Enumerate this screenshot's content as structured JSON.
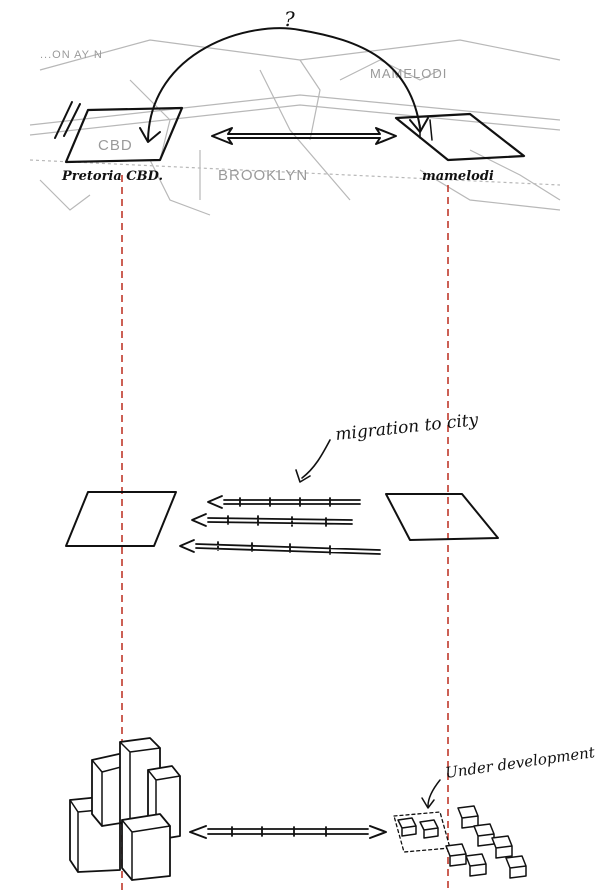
{
  "map": {
    "labels": {
      "top_left_fragment": "...ON AY N",
      "cbd": "CBD",
      "mamelodi": "MAMELODI",
      "brooklyn": "BROOKLYN"
    }
  },
  "annotations": {
    "question": "?",
    "pretoria_cbd": "Pretoria CBD.",
    "mamelodi_handwritten": "mamelodi",
    "migration": "migration to city",
    "under_development": "Under development"
  },
  "colors": {
    "ink": "#111111",
    "guide_line": "#c0392b",
    "map_grey": "#9a9a9a"
  }
}
